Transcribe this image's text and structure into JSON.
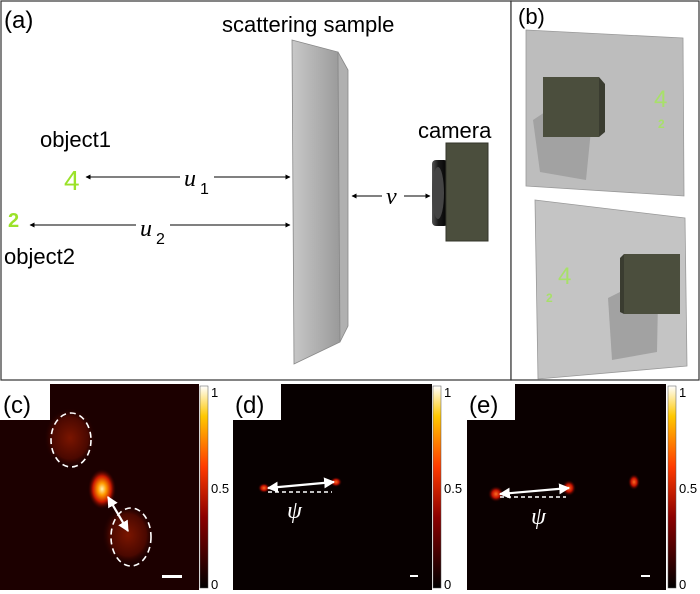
{
  "panels": {
    "a": {
      "label": "(a)",
      "sample_label": "scattering sample",
      "camera_label": "camera",
      "object1_label": "object1",
      "object2_label": "object2",
      "object1_glyph": "4",
      "object2_glyph": "2",
      "distance_u1": "u",
      "distance_u1_sub": "1",
      "distance_u2": "u",
      "distance_u2_sub": "2",
      "distance_v": "v"
    },
    "b": {
      "label": "(b)",
      "glyph_large": "4",
      "glyph_small": "2"
    },
    "c": {
      "label": "(c)"
    },
    "d": {
      "label": "(d)",
      "angle_symbol": "ψ"
    },
    "e": {
      "label": "(e)",
      "angle_symbol": "ψ"
    }
  },
  "colorbar": {
    "ticks": [
      "1",
      "0.5",
      "0"
    ]
  },
  "colors": {
    "object_green": "#9be22a",
    "camera_body": "#4b4e3d",
    "sample_gray": "#a9a9a9",
    "heat_hot": "#ffe08a",
    "heat_mid": "#ff4a00",
    "heat_dark": "#1a0000"
  }
}
